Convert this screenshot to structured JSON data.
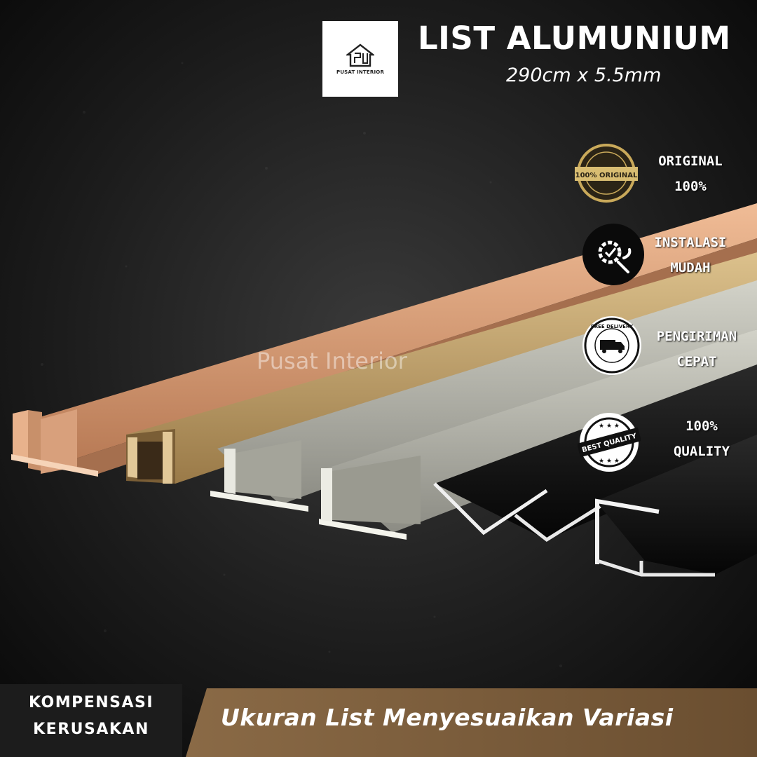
{
  "brand": {
    "logo_text": "PUSAT INTERIOR",
    "watermark": "Pusat Interior"
  },
  "header": {
    "title": "LIST ALUMUNIUM",
    "subtitle": "290cm x 5.5mm"
  },
  "features": [
    {
      "icon": "original-seal-icon",
      "badge": "100% ORIGINAL",
      "line1": "ORIGINAL",
      "line2": "100%"
    },
    {
      "icon": "gear-wrench-icon",
      "line1": "INSTALASI",
      "line2": "MUDAH"
    },
    {
      "icon": "delivery-truck-icon",
      "badge": "FREE DELIVERY",
      "line1": "PENGIRIMAN",
      "line2": "CEPAT"
    },
    {
      "icon": "best-quality-badge-icon",
      "badge": "BEST QUALITY",
      "line1": "100%",
      "line2": "QUALITY"
    }
  ],
  "footer": {
    "left_line1": "KOMPENSASI",
    "left_line2": "KERUSAKAN",
    "banner": "Ukuran List Menyesuaikan Variasi"
  },
  "colors": {
    "background": "#141414",
    "rose_gold": "#d9a07a",
    "gold": "#c8a46a",
    "silver": "#b9b8ad",
    "black_profile": "#151515",
    "banner_brown": "#7a5c3c"
  }
}
